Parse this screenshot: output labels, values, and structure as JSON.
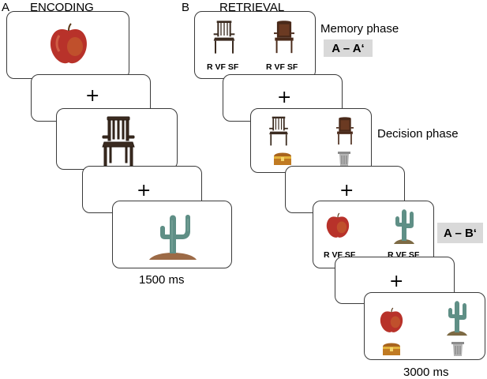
{
  "panel_a": {
    "letter": "A",
    "title": "ENCODING",
    "fixation": "+",
    "duration": "1500 ms"
  },
  "panel_b": {
    "letter": "B",
    "title": "RETRIEVAL",
    "fixation": "+",
    "memory_phase_label": "Memory phase",
    "decision_phase_label": "Decision phase",
    "condition_same": "A – A‘",
    "condition_diff": "A – B‘",
    "response_options": "R VF SF",
    "duration": "3000 ms"
  },
  "icons": [
    "apple-image",
    "chair-image",
    "cactus-image",
    "treasure-chest-icon",
    "trash-can-icon"
  ]
}
